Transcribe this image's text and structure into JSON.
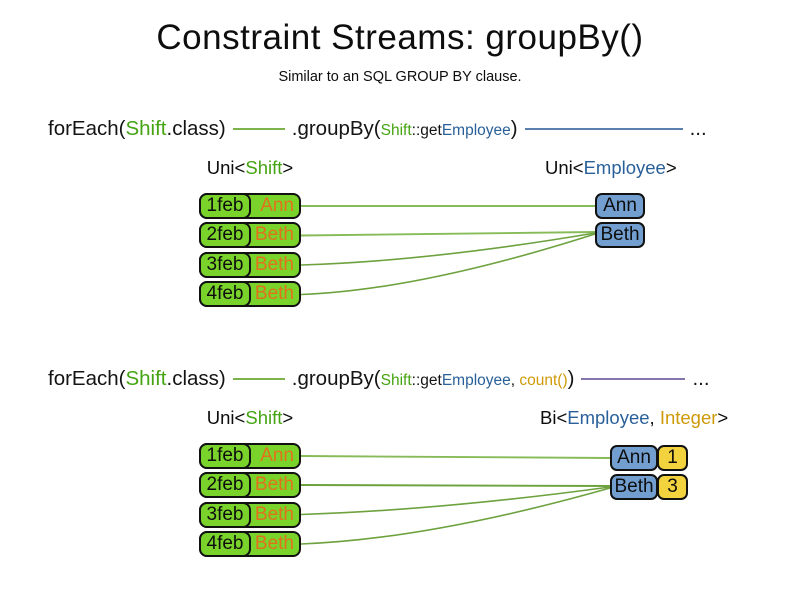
{
  "title": "Constraint Streams: groupBy()",
  "subtitle": "Similar to an SQL GROUP BY clause.",
  "colors": {
    "class_green_text": "#44a412",
    "employee_blue_text": "#2a6099",
    "integer_gold_text": "#cf9a08",
    "name_orange_text": "#e2711c",
    "shift_box_green": "#7ad32b",
    "group_box_blue": "#729fcf",
    "count_box_yellow": "#f2d23d",
    "link_line_green": "#79af4a",
    "stream_line_green": "#7cb34c",
    "stream_line_blue": "#5b7fae",
    "stream_line_purple": "#8674ae"
  },
  "sections": [
    {
      "code": {
        "foreach_open": "forEach(",
        "foreach_class": "Shift",
        "foreach_close": ".class)",
        "groupby_open": ".groupBy(",
        "arg_class": "Shift",
        "arg_accessor": "::get",
        "arg_type": "Employee",
        "groupby_close": ")",
        "ellipsis": "..."
      },
      "source_label": {
        "open": "Uni<",
        "type": "Shift",
        "close": ">"
      },
      "result_label": {
        "open": "Uni<",
        "type1": "Employee",
        "close": ">"
      },
      "rows": [
        {
          "date": "1feb",
          "name": "Ann"
        },
        {
          "date": "2feb",
          "name": "Beth"
        },
        {
          "date": "3feb",
          "name": "Beth"
        },
        {
          "date": "4feb",
          "name": "Beth"
        }
      ],
      "groups": [
        {
          "name": "Ann"
        },
        {
          "name": "Beth"
        }
      ]
    },
    {
      "code": {
        "foreach_open": "forEach(",
        "foreach_class": "Shift",
        "foreach_close": ".class)",
        "groupby_open": ".groupBy(",
        "arg_class": "Shift",
        "arg_accessor": "::get",
        "arg_type": "Employee",
        "arg_separator": ", ",
        "arg_collector": "count()",
        "groupby_close": ")",
        "ellipsis": "..."
      },
      "source_label": {
        "open": "Uni<",
        "type": "Shift",
        "close": ">"
      },
      "result_label": {
        "open": "Bi<",
        "type1": "Employee",
        "separator": ", ",
        "type2": "Integer",
        "close": ">"
      },
      "rows": [
        {
          "date": "1feb",
          "name": "Ann"
        },
        {
          "date": "2feb",
          "name": "Beth"
        },
        {
          "date": "3feb",
          "name": "Beth"
        },
        {
          "date": "4feb",
          "name": "Beth"
        }
      ],
      "groups": [
        {
          "name": "Ann",
          "count": "1"
        },
        {
          "name": "Beth",
          "count": "3"
        }
      ]
    }
  ]
}
